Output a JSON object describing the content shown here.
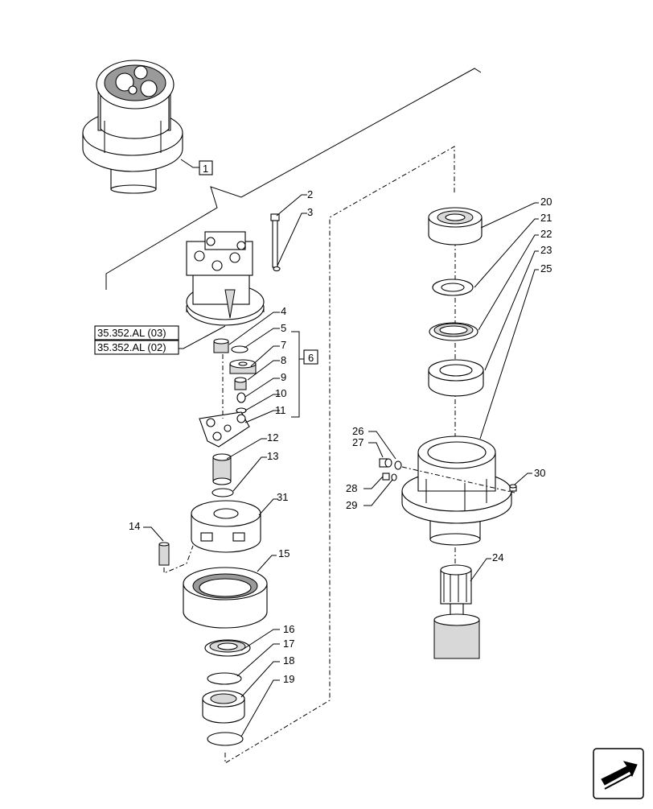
{
  "boxed_labels": {
    "b1": "1",
    "b6": "6"
  },
  "refs": {
    "r1": "35.352.AL (03)",
    "r2": "35.352.AL (02)"
  },
  "callouts": {
    "c2": "2",
    "c3": "3",
    "c4": "4",
    "c5": "5",
    "c7": "7",
    "c8": "8",
    "c9": "9",
    "c10": "10",
    "c11": "11",
    "c12": "12",
    "c13": "13",
    "c14": "14",
    "c15": "15",
    "c16": "16",
    "c17": "17",
    "c18": "18",
    "c19": "19",
    "c20": "20",
    "c21": "21",
    "c22": "22",
    "c23": "23",
    "c24": "24",
    "c25": "25",
    "c26": "26",
    "c27": "27",
    "c28": "28",
    "c29": "29",
    "c30": "30",
    "c31": "31"
  },
  "icons": {
    "nav": "next-page-arrow-icon"
  }
}
